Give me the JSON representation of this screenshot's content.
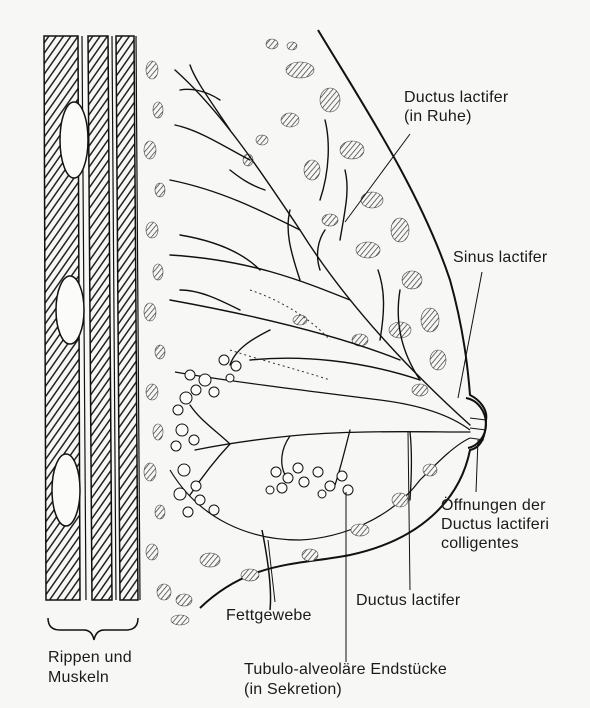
{
  "labels": {
    "ductus_lactifer_ruhe_line1": "Ductus lactifer",
    "ductus_lactifer_ruhe_line2": "(in Ruhe)",
    "sinus_lactifer": "Sinus lactifer",
    "oeffnungen_line1": "Öffnungen der",
    "oeffnungen_line2": "Ductus lactiferi",
    "oeffnungen_line3": "colligentes",
    "ductus_lactifer": "Ductus lactifer",
    "fettgewebe": "Fettgewebe",
    "rippen_line1": "Rippen und",
    "rippen_line2": "Muskeln",
    "tubulo_line1": "Tubulo-alveoläre Endstücke",
    "tubulo_line2": "(in Sekretion)"
  },
  "signature": "",
  "colors": {
    "background": "#f7f7f5",
    "ink": "#1a1a1a"
  }
}
